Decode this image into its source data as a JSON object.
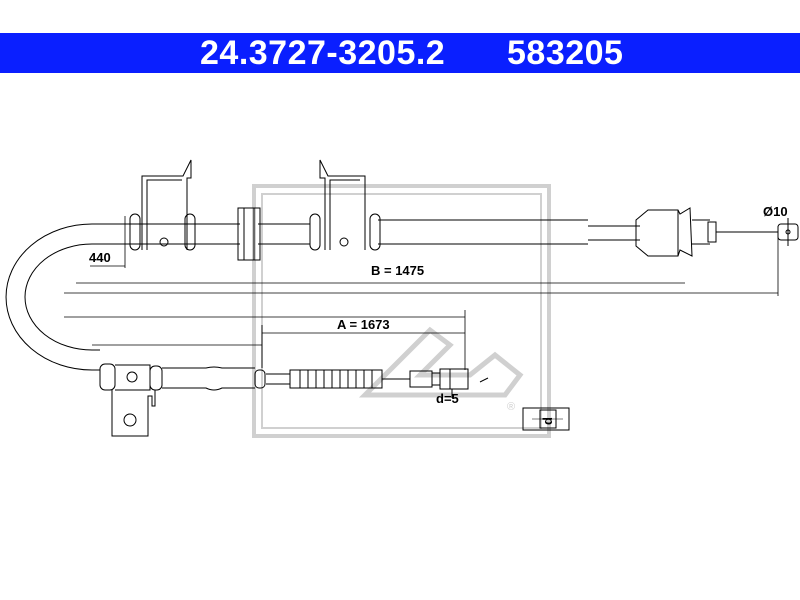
{
  "header": {
    "part_number": "24.3727-3205.2",
    "reference": "583205",
    "background_color": "#0a1fff",
    "text_color": "#ffffff"
  },
  "dimensions": {
    "offset_label": "440",
    "length_b_label": "B = 1475",
    "length_a_label": "A = 1673",
    "end_diameter_label": "Ø10",
    "cable_diameter_label": "d=5",
    "detail_letter": "d"
  },
  "colors": {
    "line": "#000000",
    "watermark": "#d0d0d0"
  }
}
